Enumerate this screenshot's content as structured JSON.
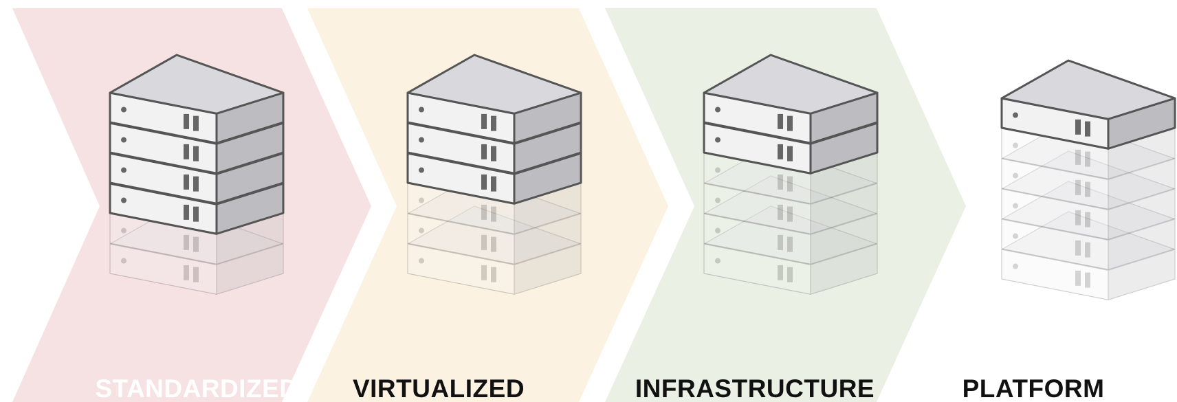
{
  "stages": [
    {
      "label": "STANDARDIZED",
      "band_color": "#f6e2e2",
      "label_color": "#ffffff",
      "solid_units": 4,
      "ghost_units": 2
    },
    {
      "label": "VIRTUALIZED",
      "band_color": "#fcf2e2",
      "label_color": "#111111",
      "solid_units": 3,
      "ghost_units": 3
    },
    {
      "label": "INFRASTRUCTURE",
      "band_color": "#eaf1e4",
      "label_color": "#111111",
      "solid_units": 2,
      "ghost_units": 4
    },
    {
      "label": "PLATFORM",
      "band_color": "#ffffff",
      "label_color": "#111111",
      "solid_units": 1,
      "ghost_units": 5
    }
  ],
  "colors": {
    "server_top": "#d9d9dd",
    "server_front": "#f2f2f2",
    "server_side": "#bdbdc1",
    "server_outline": "#555555",
    "server_detail": "#666666"
  }
}
